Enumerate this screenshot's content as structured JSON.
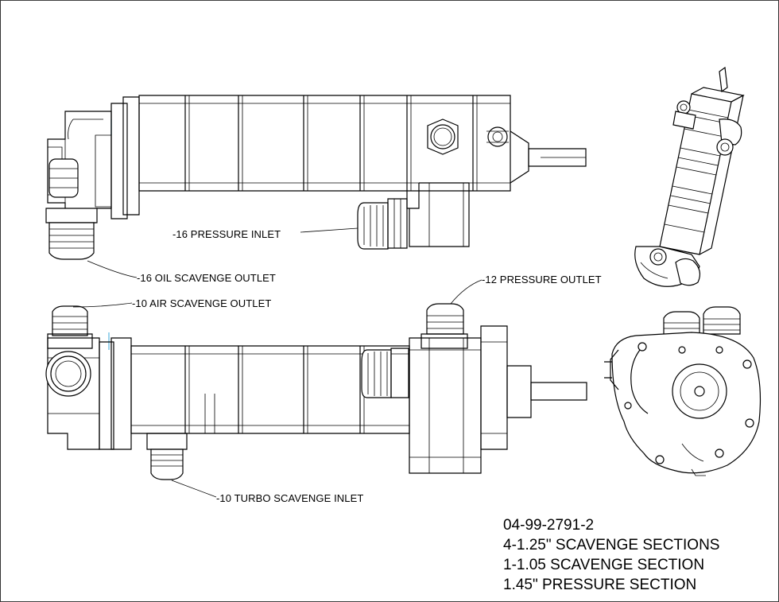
{
  "callouts": {
    "pressure_inlet": "-16 PRESSURE INLET",
    "oil_scavenge_outlet": "-16 OIL SCAVENGE OUTLET",
    "air_scavenge_outlet": "-10 AIR SCAVENGE OUTLET",
    "pressure_outlet": "-12 PRESSURE OUTLET",
    "turbo_scavenge_inlet": "-10 TURBO SCAVENGE INLET"
  },
  "title_block": {
    "part_number": "04-99-2791-2",
    "line_1": "4-1.25\" SCAVENGE SECTIONS",
    "line_2": "1-1.05 SCAVENGE SECTION",
    "line_3": "1.45\" PRESSURE SECTION"
  }
}
